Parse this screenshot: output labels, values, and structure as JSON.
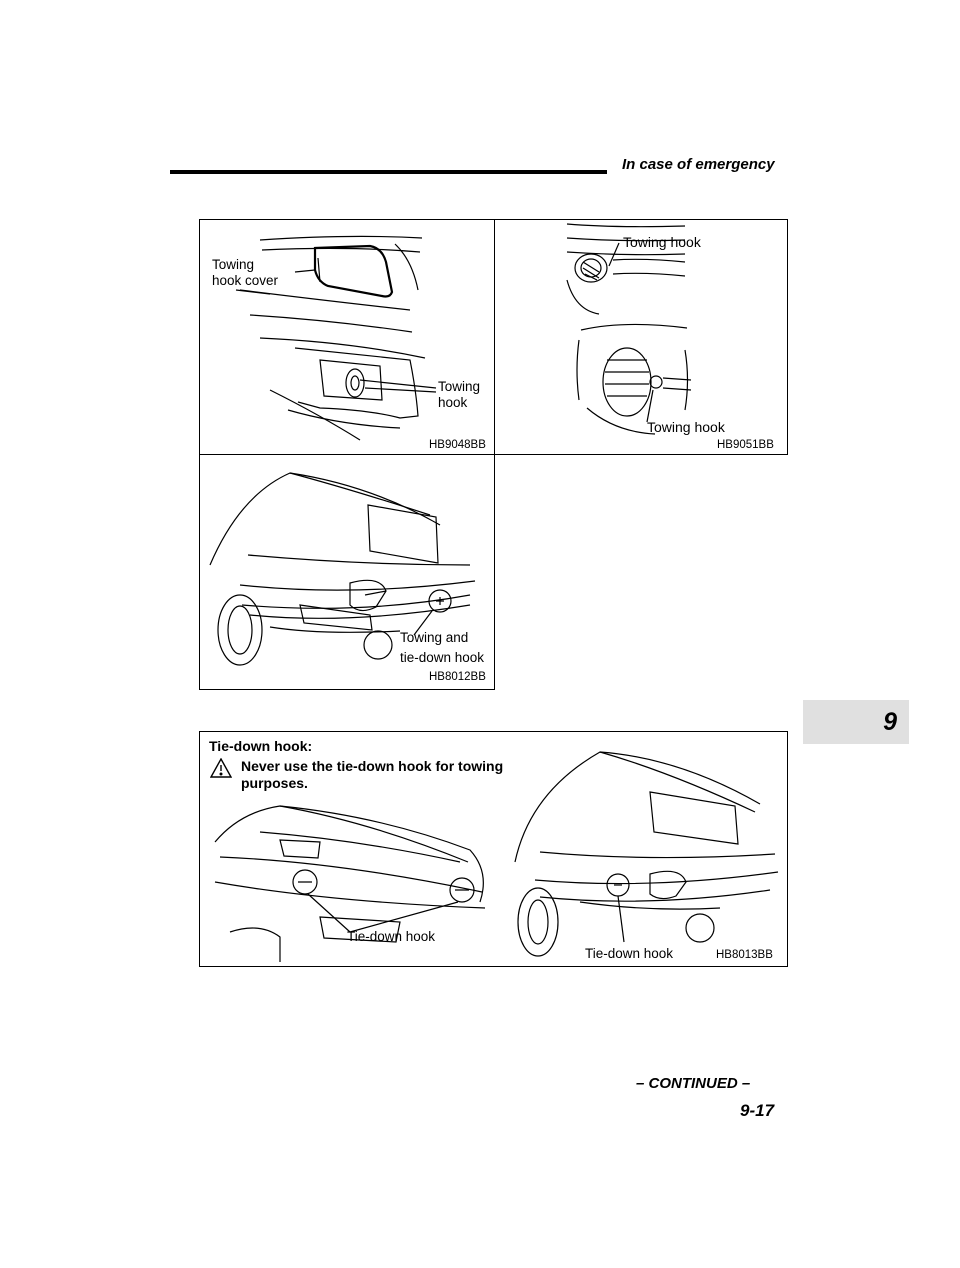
{
  "header": {
    "title": "In case of emergency"
  },
  "figures": {
    "towing_cover": {
      "label_cover": [
        "Towing",
        "hook cover"
      ],
      "label_hook": [
        "Towing",
        "hook"
      ],
      "code": "HB9048BB"
    },
    "towing_hook_front": {
      "label_top": "Towing hook",
      "label_bottom": "Towing hook",
      "code": "HB9051BB"
    },
    "towing_tiedown": {
      "label": [
        "Towing and",
        "tie-down hook"
      ],
      "code": "HB8012BB"
    },
    "tiedown": {
      "title": "Tie-down hook:",
      "warning": [
        "Never use the tie-down hook for towing",
        "purposes."
      ],
      "label_left": "Tie-down hook",
      "label_right": "Tie-down hook",
      "code": "HB8013BB"
    }
  },
  "section_tab": {
    "number": "9"
  },
  "footer": {
    "continued": "– CONTINUED –",
    "page_number": "9-17"
  },
  "icons": {
    "warning": "warning-triangle-icon"
  }
}
